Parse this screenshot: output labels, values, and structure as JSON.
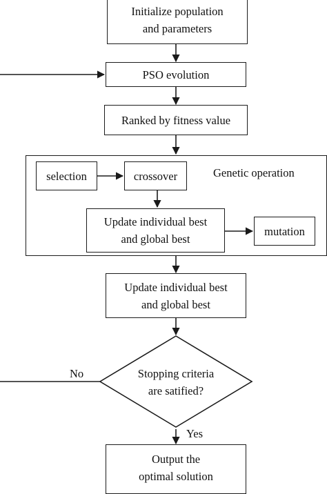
{
  "flowchart": {
    "init": "Initialize population\nand parameters",
    "pso": "PSO evolution",
    "ranked": "Ranked by fitness value",
    "genetic_label": "Genetic operation",
    "selection": "selection",
    "crossover": "crossover",
    "update_inner": "Update individual best\nand global best",
    "mutation": "mutation",
    "update_outer": "Update individual best\nand global best",
    "decision": "Stopping criteria\nare satified?",
    "no_label": "No",
    "yes_label": "Yes",
    "output": "Output the\noptimal solution"
  }
}
